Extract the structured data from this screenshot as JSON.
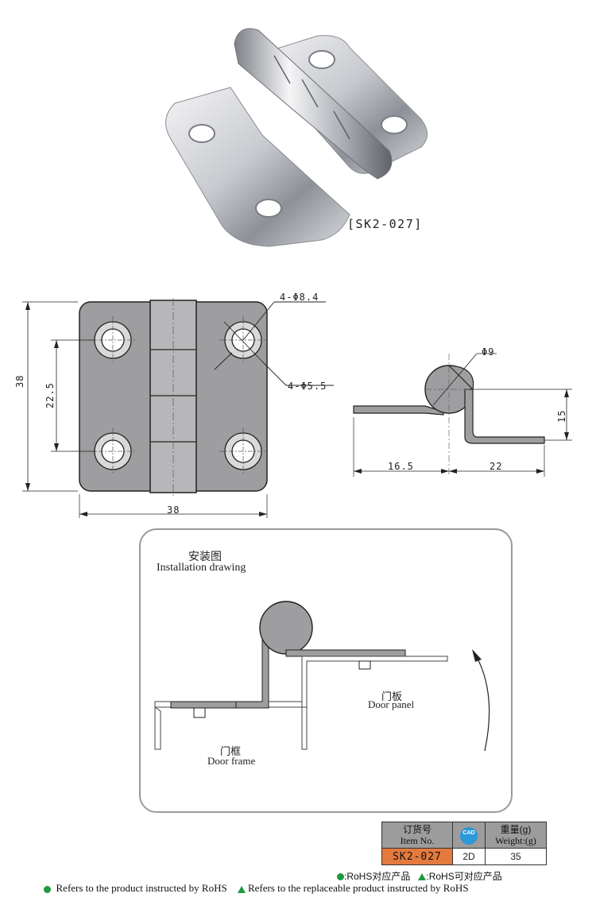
{
  "product": {
    "code_label": "[SK2-027]"
  },
  "front_view": {
    "hole_large": "4-Φ8.4",
    "hole_small": "4-Φ5.5",
    "height": "38",
    "width": "38",
    "hole_spacing": "22.5"
  },
  "side_view": {
    "pin_diameter": "Φ9",
    "left_length": "16.5",
    "right_length": "22",
    "height": "15"
  },
  "installation": {
    "title_cn": "安装图",
    "title_en": "Installation drawing",
    "door_panel_cn": "门板",
    "door_panel_en": "Door panel",
    "door_frame_cn": "门框",
    "door_frame_en": "Door frame"
  },
  "order_table": {
    "item_header_cn": "订货号",
    "item_header_en": "Item No.",
    "cad_badge": "CAD",
    "weight_header_cn": "重量(g)",
    "weight_header_en": "Weight:(g)",
    "item_value": "SK2-027",
    "cad_value": "2D",
    "weight_value": "35"
  },
  "legend": {
    "rohs_cn": ":RoHS对应产品",
    "rohs_replace_cn": ":RoHS可对应产品",
    "rohs_en": "Refers to the product instructed by RoHS",
    "rohs_replace_en": "Refers to the replaceable product instructed by RoHS"
  },
  "colors": {
    "item_cell": "#e47a3e",
    "table_header": "#9c9c9c",
    "legend_green": "#1e9a3c",
    "cad_blue": "#2b98d8"
  }
}
